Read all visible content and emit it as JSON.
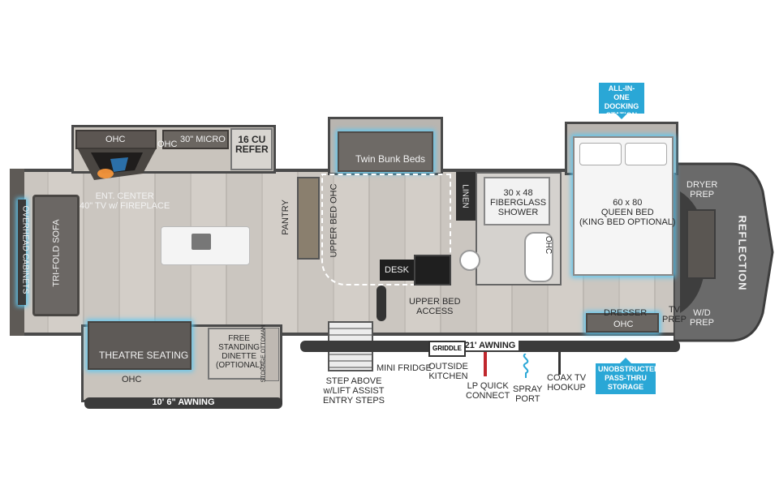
{
  "floorplan": {
    "brand": "REFLECTION",
    "rooms": {
      "ohc_top": "OHC",
      "ohc_top2": "OHC",
      "micro": "30\" MICRO",
      "refer": "16 CU\nREFER",
      "ent_center": "ENT. CENTER\n40\" TV w/ FIREPLACE",
      "overhead_cabinets": "OVERHEAD CABINETS",
      "tri_fold_sofa": "TRI-FOLD SOFA",
      "pantry": "PANTRY",
      "upper_bed_ohc": "UPPER BED OHC",
      "twin_bunk_beds": "Twin Bunk Beds",
      "linen": "LINEN",
      "shower": "30 x 48\nFIBERGLASS\nSHOWER",
      "ohc_bath": "OHC",
      "queen_bed": "60 x 80\nQUEEN BED\n(KING BED OPTIONAL)",
      "dryer_prep": "DRYER\nPREP",
      "wd_prep": "W/D\nPREP",
      "tv_prep": "TV\nPREP",
      "dresser": "DRESSER",
      "ohc_dresser": "OHC",
      "desk": "DESK",
      "upper_bed_access": "UPPER BED\nACCESS",
      "theatre_seating": "THEATRE SEATING",
      "ohc_theatre": "OHC",
      "dinette": "FREE\nSTANDING\nDINETTE\n(OPTIONAL)",
      "storage_ottoman": "STORAGE OTTOMAN",
      "griddle": "GRIDDLE"
    },
    "exterior": {
      "awning_rear": "10' 6\" AWNING",
      "awning_main": "21' AWNING",
      "step": "STEP ABOVE\nw/LIFT ASSIST\nENTRY STEPS",
      "mini_fridge": "MINI FRIDGE",
      "outside_kitchen": "OUTSIDE\nKITCHEN",
      "lp_quick_connect": "LP QUICK\nCONNECT",
      "spray_port": "SPRAY\nPORT",
      "coax_tv": "COAX TV\nHOOKUP"
    },
    "callouts": {
      "docking": "ALL-IN-ONE\nDOCKING\nSTATION",
      "pass_thru": "UNOBSTRUCTED\nPASS-THRU\nSTORAGE"
    },
    "colors": {
      "callout": "#2aa7d6",
      "wall": "#4a4a4a",
      "led": "#5ec8f2",
      "floor": "#cbc6c0"
    }
  }
}
